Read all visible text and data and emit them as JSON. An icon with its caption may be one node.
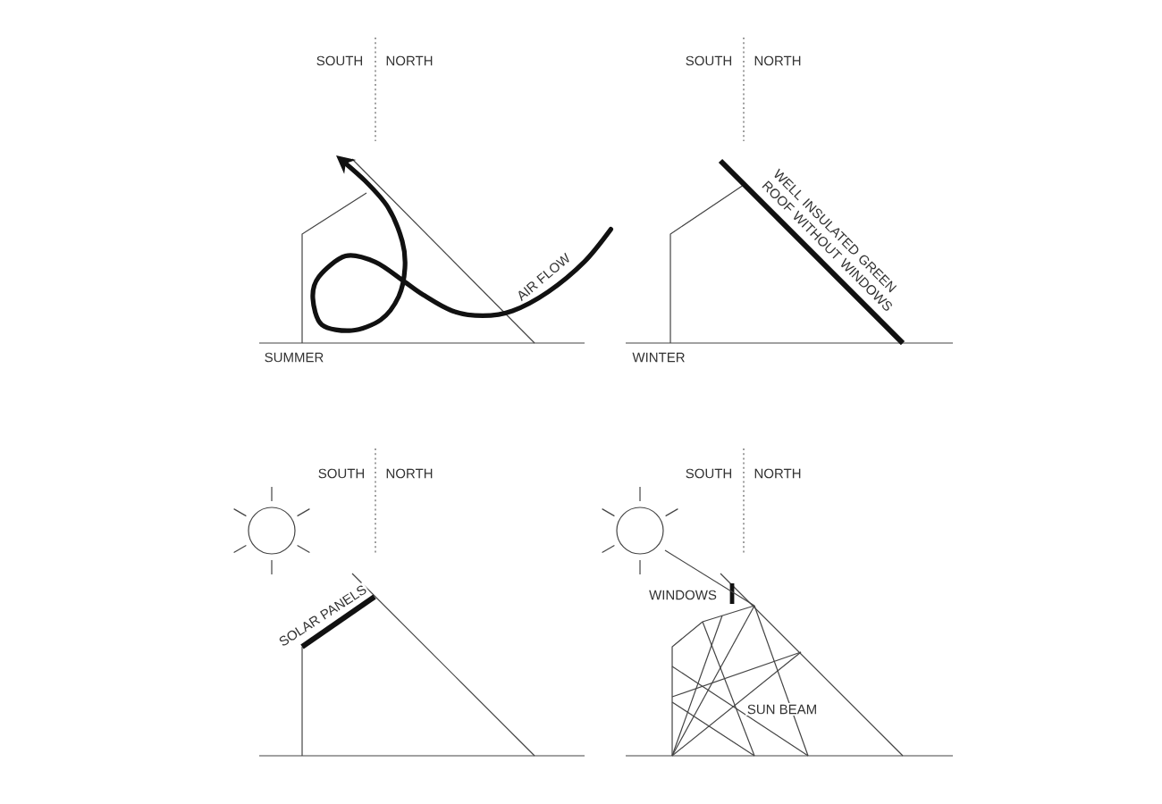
{
  "diagram": {
    "labels": [
      "SOUTH",
      "NORTH",
      "AIR FLOW",
      "SUMMER",
      "SOUTH",
      "NORTH",
      "WELL INSULATED GREEN ROOF WITHOUT WINDOWS",
      "WINTER",
      "SOUTH",
      "NORTH",
      "SOLAR PANELS",
      "SOUTH",
      "NORTH",
      "WINDOWS",
      "SUN BEAM"
    ]
  }
}
